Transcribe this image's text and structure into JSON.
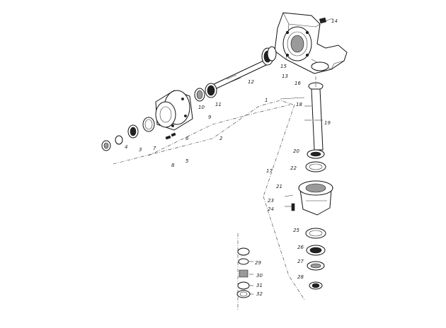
{
  "diagram": {
    "callouts": [
      {
        "id": "c1",
        "text": "1"
      },
      {
        "id": "c2",
        "text": "2"
      },
      {
        "id": "c3",
        "text": "3"
      },
      {
        "id": "c4",
        "text": "4"
      },
      {
        "id": "c5",
        "text": "5"
      },
      {
        "id": "c6",
        "text": "6"
      },
      {
        "id": "c7",
        "text": "7"
      },
      {
        "id": "c8",
        "text": "8"
      },
      {
        "id": "c9",
        "text": "9"
      },
      {
        "id": "c10",
        "text": "10"
      },
      {
        "id": "c11",
        "text": "11"
      },
      {
        "id": "c12",
        "text": "12"
      },
      {
        "id": "c13",
        "text": "13"
      },
      {
        "id": "c14",
        "text": "14"
      },
      {
        "id": "c15",
        "text": "15"
      },
      {
        "id": "c16",
        "text": "16"
      },
      {
        "id": "c17",
        "text": "17"
      },
      {
        "id": "c18",
        "text": "18"
      },
      {
        "id": "c19",
        "text": "19"
      },
      {
        "id": "c20",
        "text": "20"
      },
      {
        "id": "c21",
        "text": "21"
      },
      {
        "id": "c22",
        "text": "22"
      },
      {
        "id": "c23",
        "text": "23"
      },
      {
        "id": "c24",
        "text": "24"
      },
      {
        "id": "c25",
        "text": "25"
      },
      {
        "id": "c26",
        "text": "26"
      },
      {
        "id": "c27",
        "text": "27"
      },
      {
        "id": "c28",
        "text": "28"
      },
      {
        "id": "c29",
        "text": "29"
      },
      {
        "id": "c30",
        "text": "30"
      },
      {
        "id": "c31",
        "text": "31"
      },
      {
        "id": "c32",
        "text": "32"
      }
    ]
  }
}
